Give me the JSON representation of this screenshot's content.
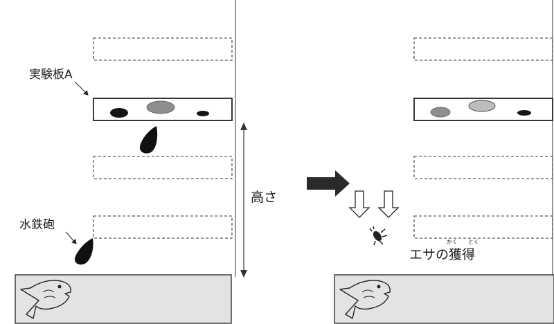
{
  "labels": {
    "plate_a": "実験板A",
    "water_jet": "水鉄砲",
    "height": "高さ",
    "capture": "エサの獲得",
    "ruby_kaku": "かく",
    "ruby_toku": "とく"
  },
  "colors": {
    "dark_spot": "#151515",
    "grey_spot": "#8e8e8e",
    "water": "#111111",
    "tank_fill": "#e3e3e3",
    "arrow": "#2a2a2a"
  }
}
